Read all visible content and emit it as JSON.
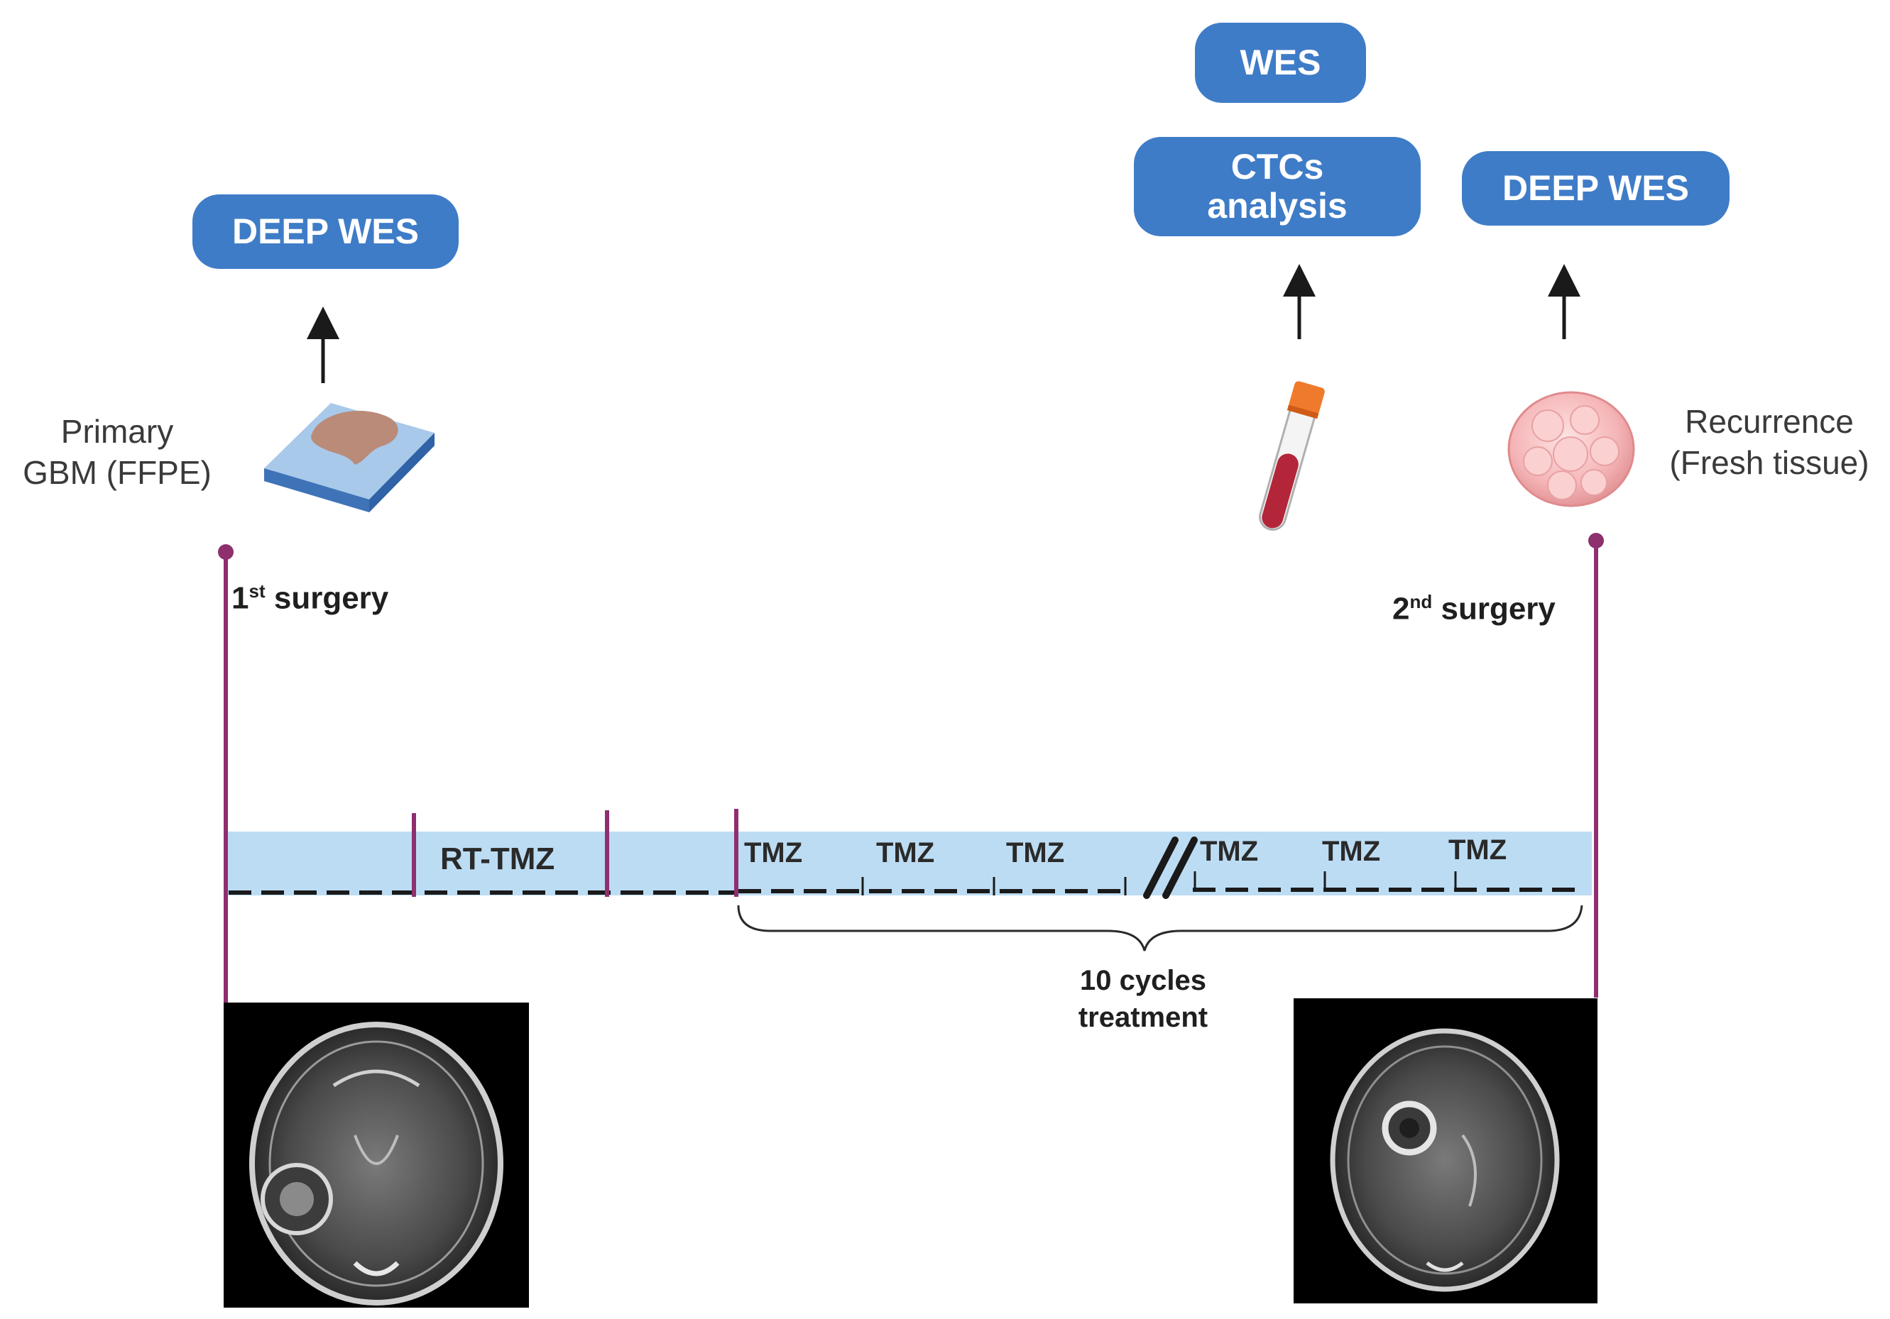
{
  "top_boxes": {
    "primary_deep_wes": "DEEP WES",
    "wes": "WES",
    "ctcs_line1": "CTCs",
    "ctcs_line2": "analysis",
    "recurrence_deep_wes": "DEEP WES"
  },
  "samples": {
    "primary_line1": "Primary",
    "primary_line2": "GBM (FFPE)",
    "recurrence_line1": "Recurrence",
    "recurrence_line2": "(Fresh tissue)"
  },
  "surgeries": {
    "first_num": "1",
    "first_sup": "st",
    "first_text": "surgery",
    "second_num": "2",
    "second_sup": "nd",
    "second_text": "surgery"
  },
  "timeline": {
    "rt_tmz": "RT-TMZ",
    "tmz_labels": [
      "TMZ",
      "TMZ",
      "TMZ",
      "TMZ",
      "TMZ",
      "TMZ"
    ],
    "brace_line1": "10 cycles",
    "brace_line2": "treatment"
  },
  "colors": {
    "pill": "#3f7cc7",
    "timeline_band": "#bcdcf3",
    "marker": "#8e2f6e",
    "arrow": "#1a1a1a"
  },
  "icons": {
    "slide": "ffpe-slide-icon",
    "tube": "blood-tube-icon",
    "tissue": "fresh-tissue-icon",
    "mri_primary": "mri-scan-primary",
    "mri_recurrence": "mri-scan-recurrence"
  }
}
